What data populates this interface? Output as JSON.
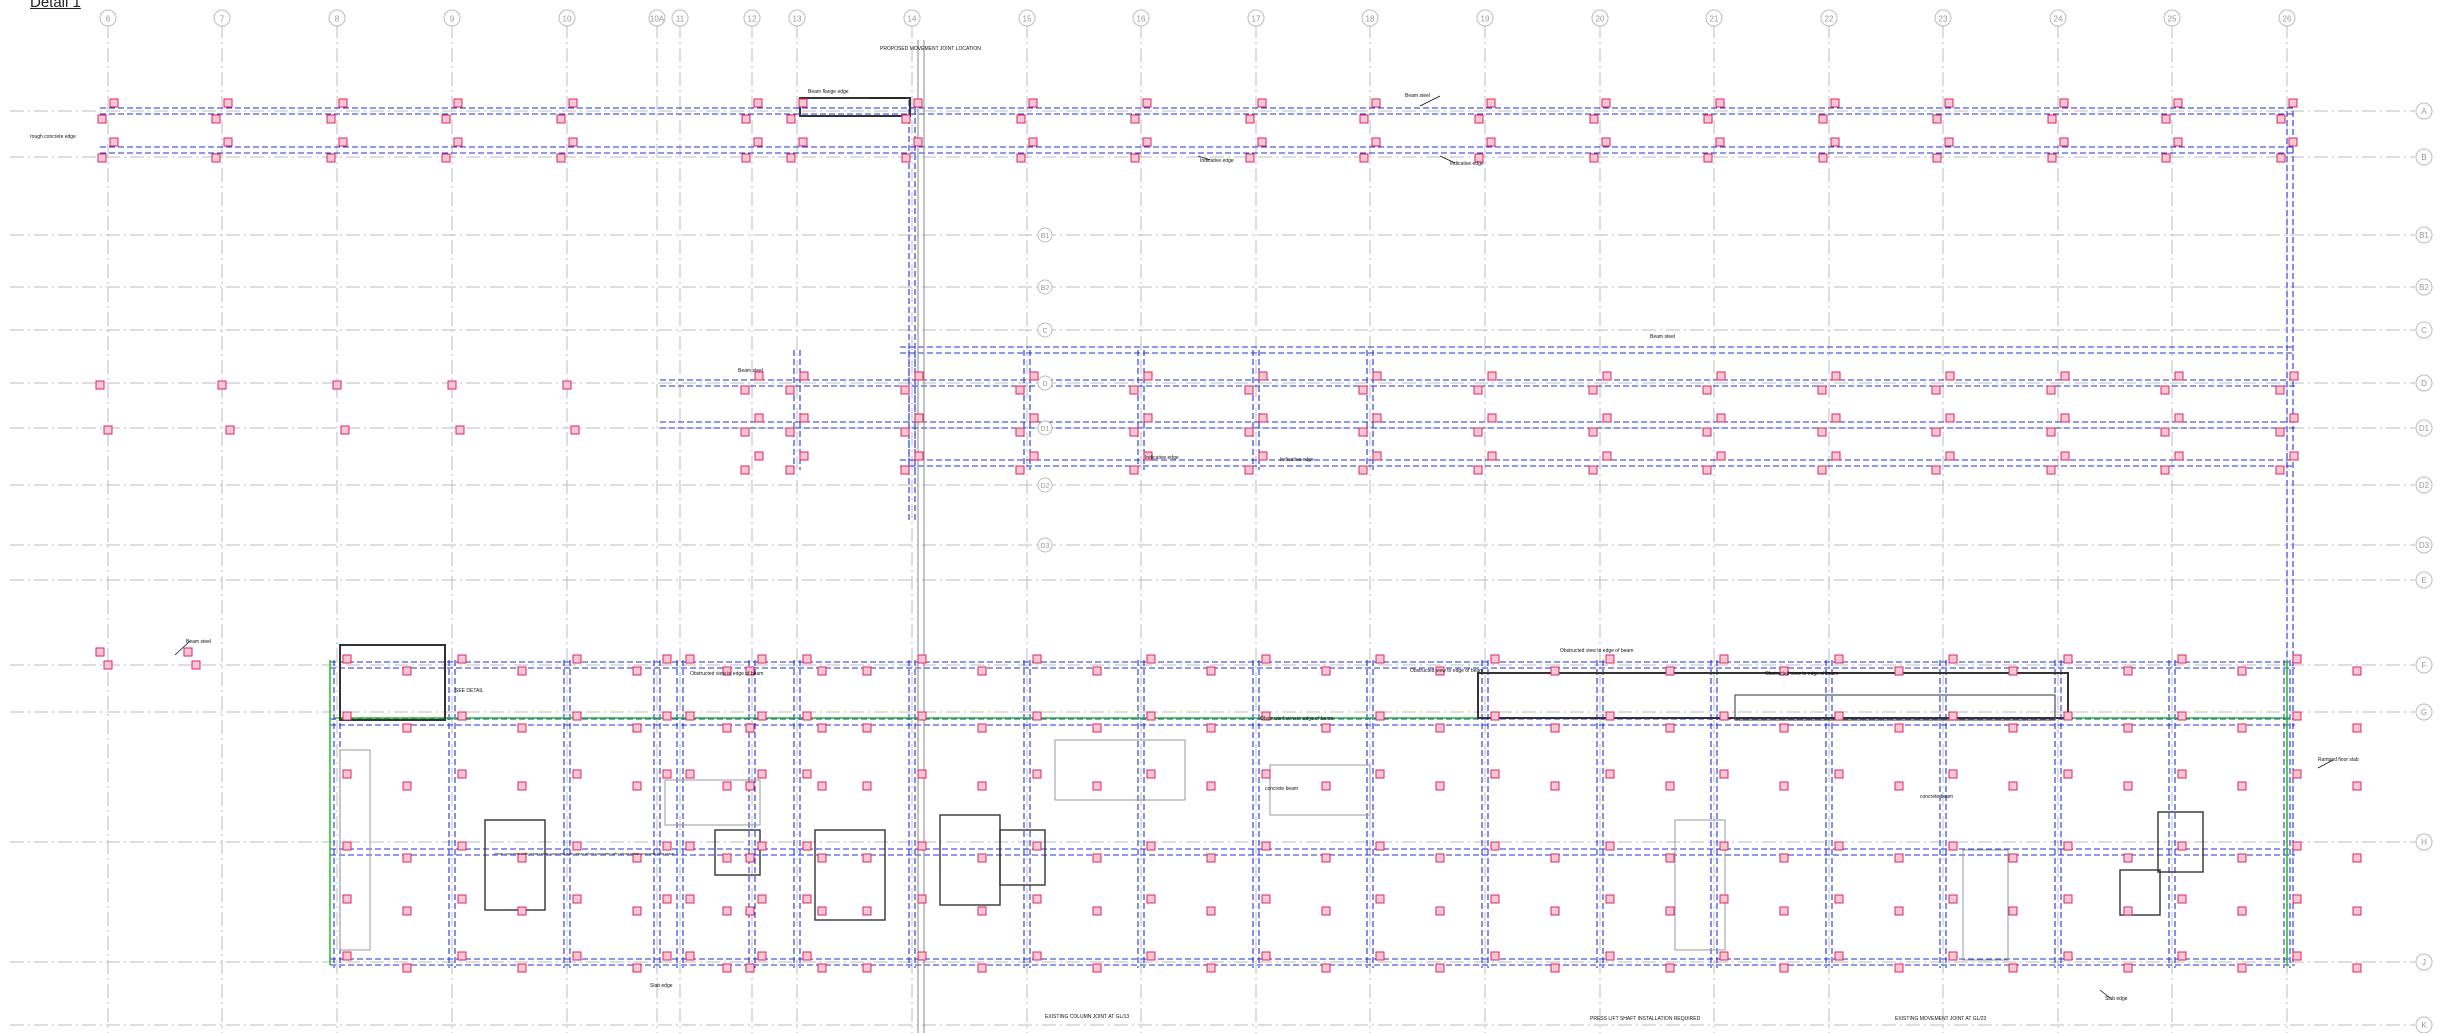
{
  "drawing": {
    "title": "Detail 1",
    "columns": [
      "6",
      "7",
      "8",
      "9",
      "10",
      "10A",
      "11",
      "12",
      "13",
      "14",
      "15",
      "16",
      "17",
      "18",
      "19",
      "20",
      "21",
      "22",
      "23",
      "24",
      "25",
      "26"
    ],
    "rows": [
      "A",
      "B",
      "B1",
      "B2",
      "C",
      "D",
      "D1",
      "D2",
      "D3",
      "E",
      "F",
      "G",
      "H",
      "J",
      "K"
    ],
    "colors": {
      "grid": "#bdbdbd",
      "beam": "#2233dd",
      "marker": "#e0245e",
      "green": "#22bb22",
      "dim": "#7f7f7f"
    }
  },
  "notes": {
    "proposed_movement": "PROPOSED MOVEMENT JOINT LOCATION",
    "beam_flange_edge": "Beam flange edge",
    "rough_concrete": "rough concrete edge",
    "beam_steel": "Beam steel",
    "indicative_edge": "Indicative edge",
    "obstructed_view": "Obstructed view to edge of beam",
    "concrete_beam": "concrete beam",
    "slab_edge": "Slab edge",
    "ramped_floor": "Ramped floor slab",
    "see_detail": "SEE DETAIL",
    "existing_column": "EXISTING COLUMN JOINT AT GL/13",
    "existing_movement": "EXISTING MOVEMENT JOINT AT GL/23",
    "press_lift": "PRESS LIFT SHAFT INSTALLATION REQUIRED",
    "box_titles": [
      "rebar concrete with rebar",
      "rebar concrete with rebar",
      "rebar concrete with rebar",
      "rebar concrete with rebar"
    ]
  }
}
